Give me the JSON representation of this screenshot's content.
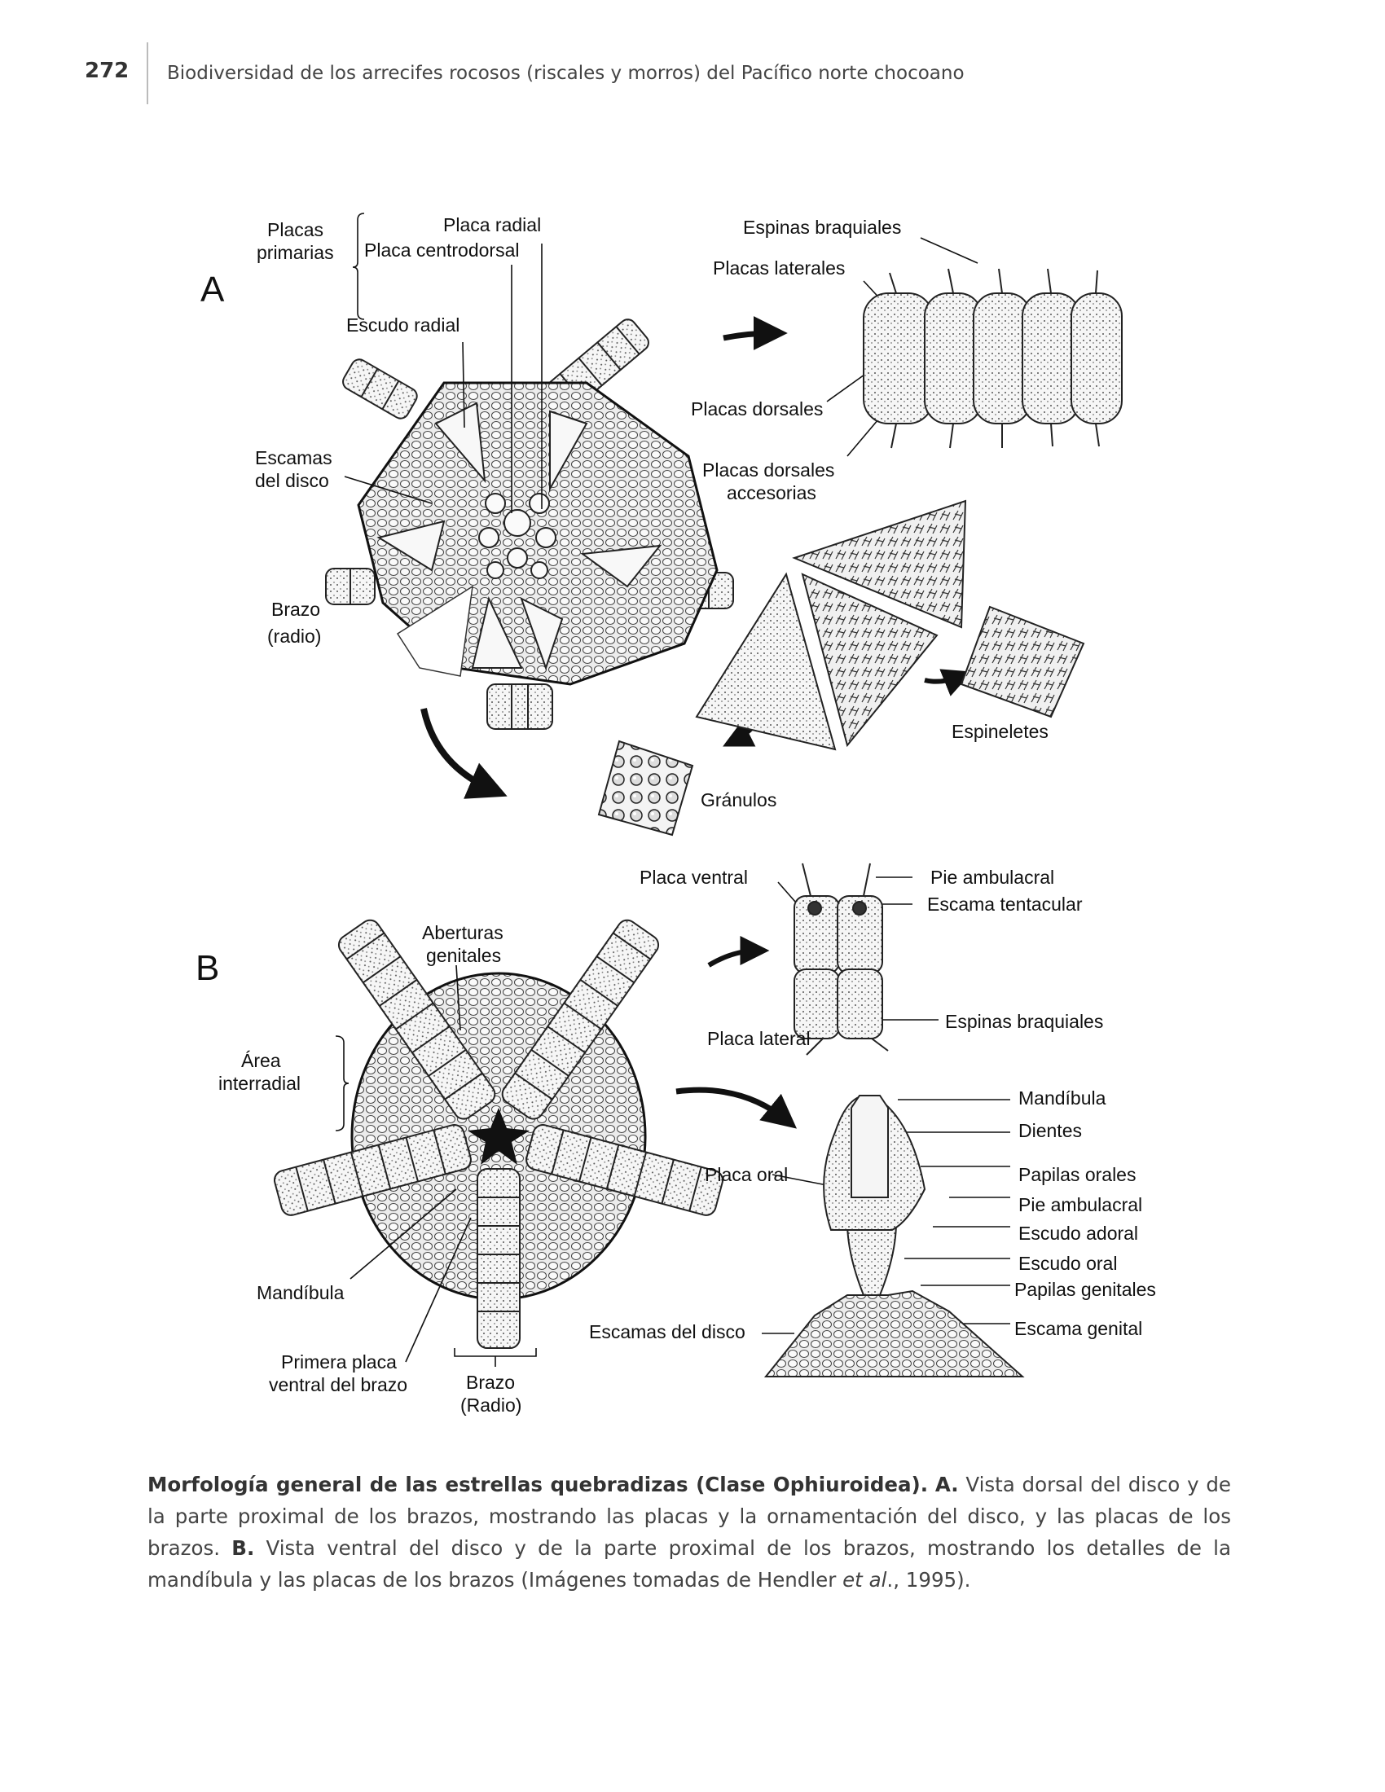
{
  "header": {
    "page_number": "272",
    "running_title": "Biodiversidad de los arrecifes rocosos (riscales y morros) del Pacífico norte chocoano"
  },
  "figure": {
    "panel_a": {
      "letter": "A",
      "labels": {
        "placas_primarias_1": "Placas",
        "placas_primarias_2": "primarias",
        "placa_radial": "Placa radial",
        "placa_centrodorsal": "Placa centrodorsal",
        "escudo_radial": "Escudo radial",
        "escamas_disco_1": "Escamas",
        "escamas_disco_2": "del disco",
        "brazo": "Brazo",
        "radio": "(radio)",
        "espinas_braquiales": "Espinas braquiales",
        "placas_laterales": "Placas laterales",
        "placas_dorsales": "Placas dorsales",
        "placas_dorsales_acc_1": "Placas dorsales",
        "placas_dorsales_acc_2": "accesorias",
        "espineletes": "Espineletes",
        "granulos": "Gránulos"
      }
    },
    "panel_b": {
      "letter": "B",
      "labels": {
        "aberturas_1": "Aberturas",
        "aberturas_2": "genitales",
        "area_1": "Área",
        "area_2": "interradial",
        "mandibula_left": "Mandíbula",
        "primera_placa_1": "Primera placa",
        "primera_placa_2": "ventral del brazo",
        "brazo": "Brazo",
        "radio": "(Radio)",
        "placa_ventral": "Placa ventral",
        "pie_ambulacral_top": "Pie ambulacral",
        "escama_tentacular": "Escama tentacular",
        "placa_lateral": "Placa lateral",
        "espinas_braquiales": "Espinas braquiales",
        "placa_oral": "Placa oral",
        "mandibula": "Mandíbula",
        "dientes": "Dientes",
        "papilas_orales": "Papilas orales",
        "pie_ambulacral": "Pie ambulacral",
        "escudo_adoral": "Escudo adoral",
        "escudo_oral": "Escudo oral",
        "papilas_genitales": "Papilas genitales",
        "escama_genital": "Escama genital",
        "escamas_disco": "Escamas del disco"
      }
    }
  },
  "caption": {
    "title": "Morfología general de las estrellas quebradizas (Clase Ophiuroidea).",
    "a_label": "A.",
    "a_text": "Vista dorsal del disco y de la parte proximal de los brazos, mostrando las placas y la ornamentación del disco, y las placas de los brazos.",
    "b_label": "B.",
    "b_text": "Vista ventral del disco y de la parte proximal de los brazos, mostrando los detalles de la mandíbula y las placas de los brazos (Imágenes tomadas de Hendler",
    "et_al": "et al",
    "end": "., 1995)."
  }
}
